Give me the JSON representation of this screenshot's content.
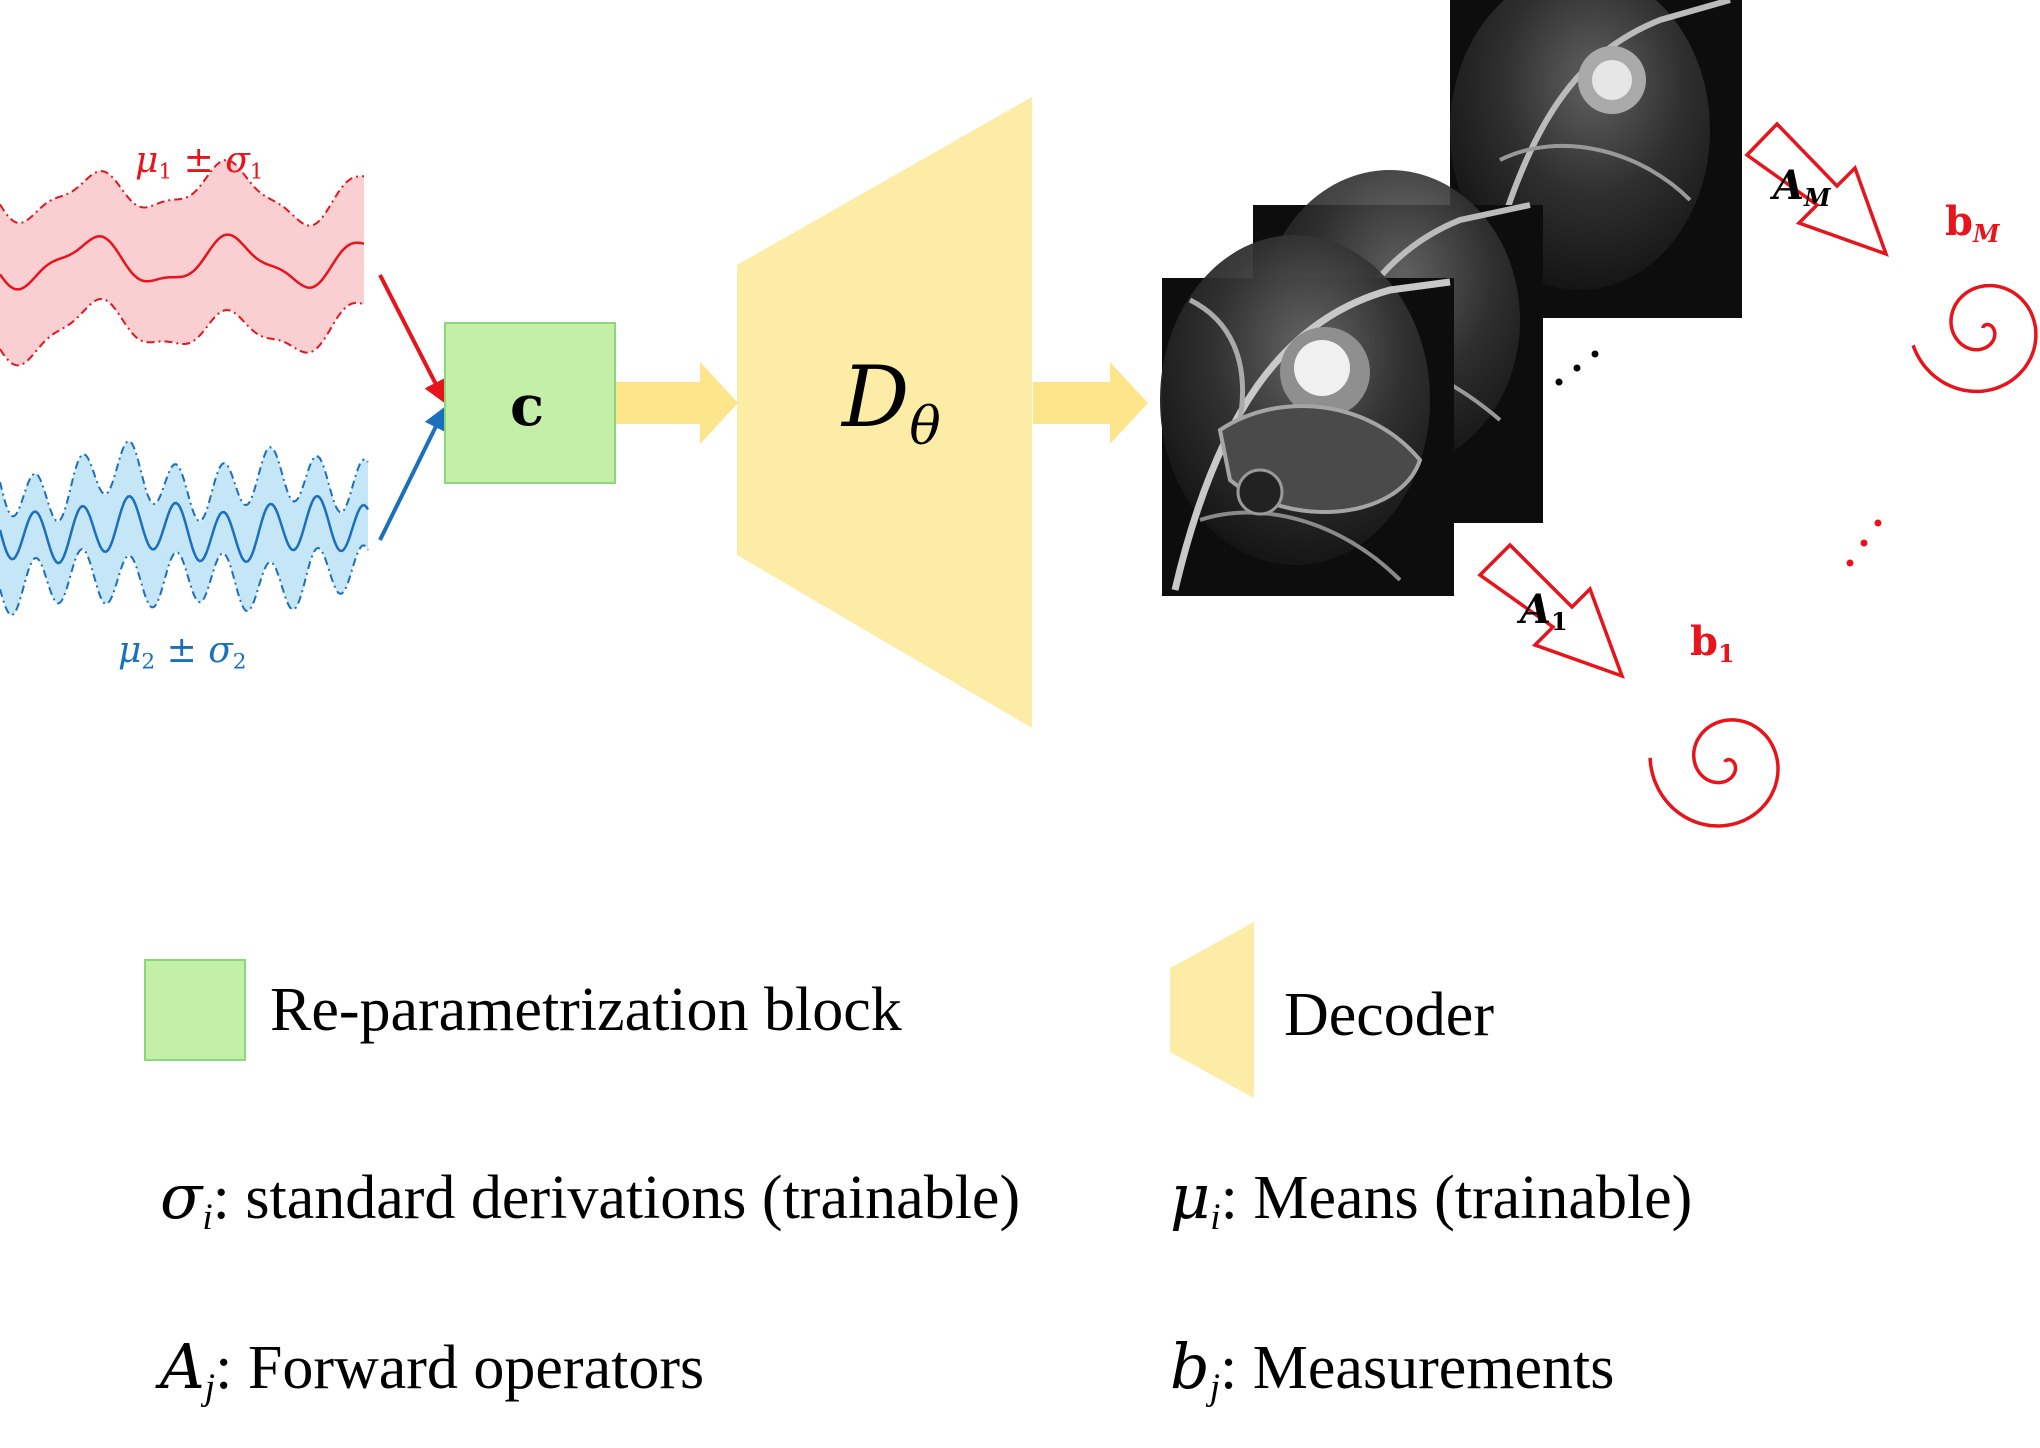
{
  "signals": {
    "red_label": {
      "base": "μ",
      "sub1": "1",
      "pm": " ± ",
      "sigma": "σ",
      "sub2": "1"
    },
    "blue_label": {
      "base": "μ",
      "sub1": "2",
      "pm": " ± ",
      "sigma": "σ",
      "sub2": "2"
    }
  },
  "block": {
    "label": "c"
  },
  "decoder": {
    "label": "D",
    "sub": "θ"
  },
  "operators": [
    {
      "base": "A",
      "sub": "1"
    },
    {
      "base": "A",
      "sub": "M"
    }
  ],
  "measurements": [
    {
      "base": "b",
      "sub": "1"
    },
    {
      "base": "b",
      "sub": "M"
    }
  ],
  "legend": {
    "reparam": "Re-parametrization block",
    "decoder": "Decoder",
    "sigma_desc": {
      "sym": "σ",
      "sub": "i",
      "text": ": standard derivations (trainable)"
    },
    "mu_desc": {
      "sym": "μ",
      "sub": "i",
      "text": ": Means (trainable)"
    },
    "a_desc": {
      "sym": "A",
      "sub": "j",
      "text": ": Forward operators"
    },
    "b_desc": {
      "sym": "b",
      "sub": "j",
      "text": ": Measurements"
    }
  },
  "colors": {
    "red": "#e8141c",
    "blue": "#1a6fbf",
    "red_band": "#f9cfd2",
    "blue_band": "#c5e6f7",
    "green_fill": "#c3efa9",
    "green_stroke": "#8fd67a",
    "decoder_fill": "#fdeca6",
    "arrow_fill": "#fde58c"
  }
}
